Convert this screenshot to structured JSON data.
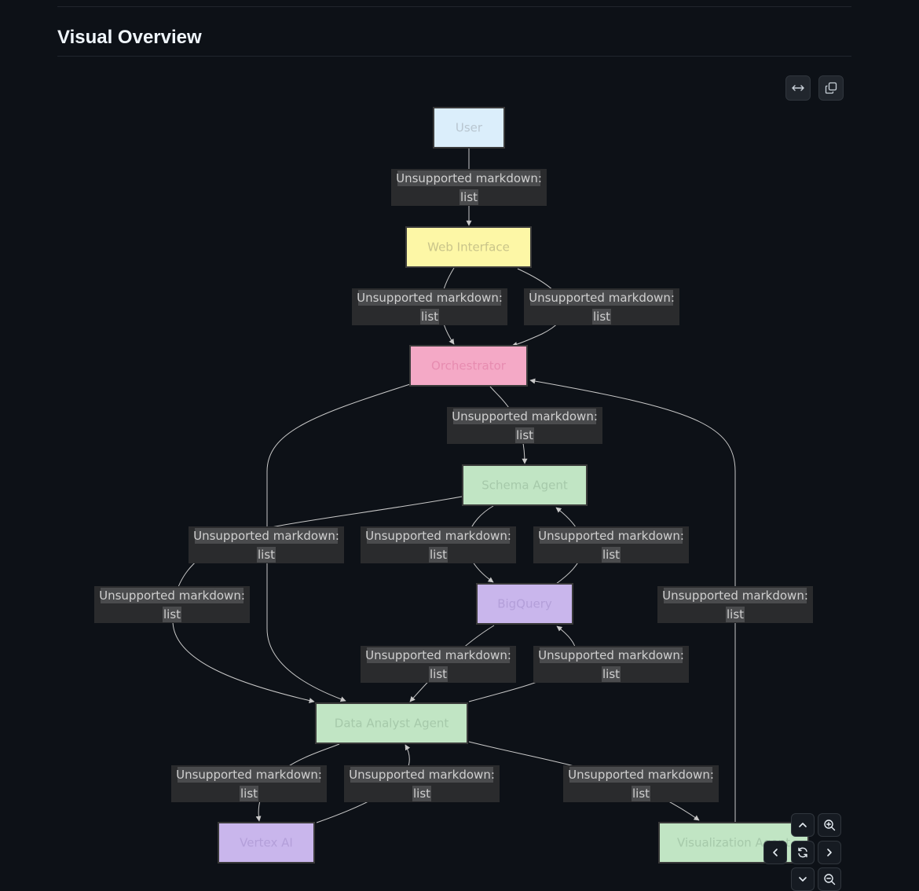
{
  "section": {
    "title": "Visual Overview"
  },
  "toolbar": {
    "fit_icon": "arrows-horizontal-icon",
    "copy_icon": "copy-icon"
  },
  "controls": {
    "icons": [
      "chevron-up-icon",
      "zoom-in-icon",
      "chevron-left-icon",
      "reset-icon",
      "chevron-right-icon",
      "chevron-down-icon",
      "zoom-out-icon"
    ]
  },
  "diagram": {
    "nodes": [
      {
        "id": "user",
        "label": "User",
        "fill": "#dbeefb",
        "text": "#b9c6d0"
      },
      {
        "id": "web",
        "label": "Web Interface",
        "fill": "#fdf7a6",
        "text": "#c9c48a"
      },
      {
        "id": "orch",
        "label": "Orchestrator",
        "fill": "#f4a9c6",
        "text": "#e78cb0"
      },
      {
        "id": "schema",
        "label": "Schema Agent",
        "fill": "#c1e5c4",
        "text": "#a6c9aa"
      },
      {
        "id": "bq",
        "label": "BigQuery",
        "fill": "#c9b6ec",
        "text": "#b39fd9"
      },
      {
        "id": "analyst",
        "label": "Data Analyst Agent",
        "fill": "#c1e5c4",
        "text": "#a6c9aa"
      },
      {
        "id": "vertex",
        "label": "Vertex AI",
        "fill": "#c9b6ec",
        "text": "#b39fd9"
      },
      {
        "id": "viz",
        "label": "Visualization Agent",
        "fill": "#c1e5c4",
        "text": "#a6c9aa"
      }
    ],
    "edge_label_line1": "Unsupported markdown:",
    "edge_label_line2": "list",
    "colors": {
      "edge": "#c8c8c8",
      "label_bg": "#2a2b2d",
      "label_highlight": "#4a4b4d",
      "node_border": "#3a3a3a"
    }
  }
}
